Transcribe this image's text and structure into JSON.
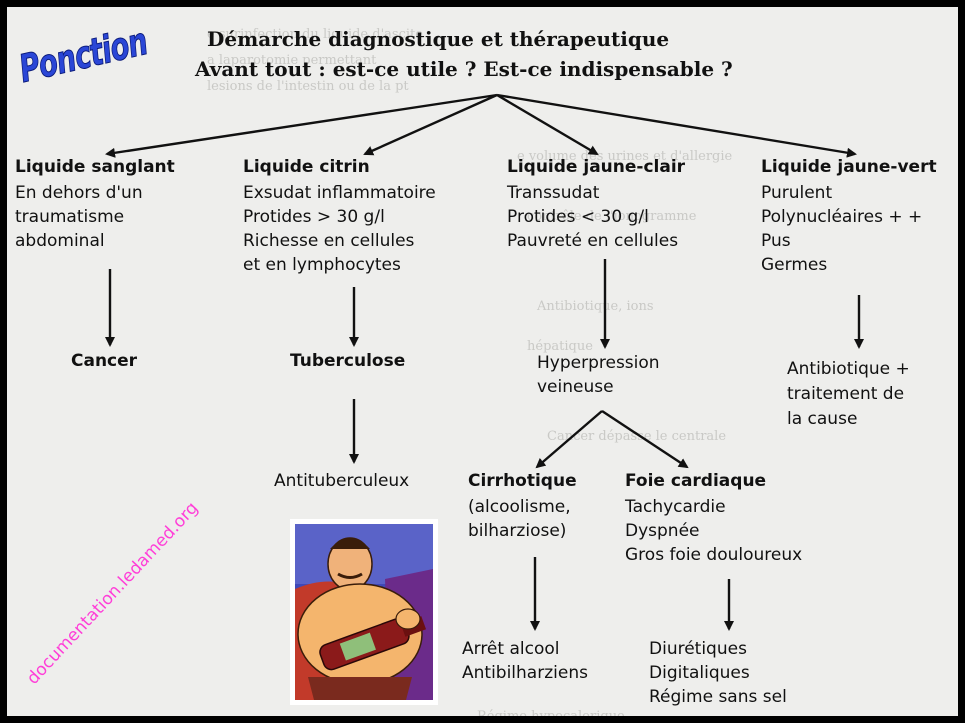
{
  "title": {
    "badge": "Ponction",
    "line1": "Démarche diagnostique et thérapeutique",
    "line2": "Avant tout : est-ce utile ? Est-ce indispensable ?"
  },
  "branches": {
    "sanglant": {
      "heading": "Liquide sanglant",
      "lines": [
        "En dehors d'un",
        "traumatisme",
        "abdominal"
      ],
      "result": "Cancer"
    },
    "citrin": {
      "heading": "Liquide citrin",
      "lines": [
        "Exsudat inflammatoire",
        "Protides > 30 g/l",
        "Richesse en cellules",
        "et en lymphocytes"
      ],
      "result": "Tuberculose",
      "treatment": "Antituberculeux"
    },
    "jaune_clair": {
      "heading": "Liquide jaune-clair",
      "lines": [
        "Transsudat",
        "Protides < 30 g/l",
        "Pauvreté en cellules"
      ],
      "result_lines": [
        "Hyperpression",
        "veineuse"
      ]
    },
    "jaune_vert": {
      "heading": "Liquide jaune-vert",
      "lines": [
        "Purulent",
        "Polynucléaires + +",
        "Pus",
        "Germes"
      ],
      "treatment_lines": [
        "Antibiotique +",
        "traitement de",
        "la cause"
      ]
    }
  },
  "sub": {
    "cirrhotique": {
      "heading": "Cirrhotique",
      "lines": [
        "(alcoolisme,",
        "bilharziose)"
      ],
      "treatment_lines": [
        "Arrêt alcool",
        "Antibilharziens"
      ]
    },
    "cardiaque": {
      "heading": "Foie cardiaque",
      "lines": [
        "Tachycardie",
        "Dyspnée",
        "Gros foie douloureux"
      ],
      "treatment_lines": [
        "Diurétiques",
        "Digitaliques",
        "Régime sans sel"
      ]
    }
  },
  "watermark": "documentation.ledamed.org",
  "colors": {
    "badge": "#2a46d6",
    "watermark": "#ff3fd8",
    "background": "#eeeeec"
  }
}
